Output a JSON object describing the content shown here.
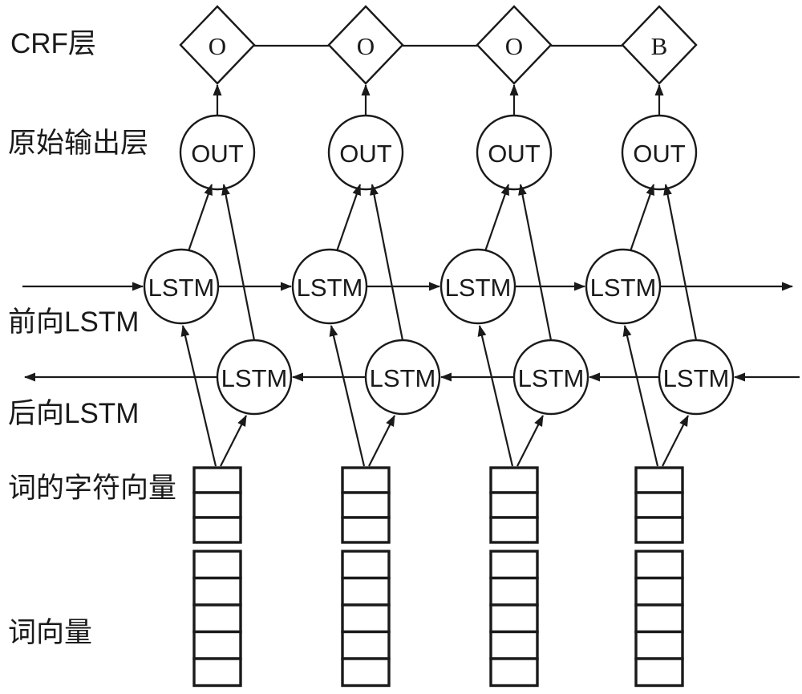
{
  "diagram": {
    "title_implicit": "BiLSTM-CRF",
    "colors": {
      "background": "#ffffff",
      "line": "#1a1a1a",
      "node_fill": "#ffffff",
      "text": "#1a1a1a"
    },
    "layers": [
      {
        "id": "crf",
        "label": "CRF层"
      },
      {
        "id": "out",
        "label": "原始输出层"
      },
      {
        "id": "forward",
        "label": "前向LSTM"
      },
      {
        "id": "backward",
        "label": "后向LSTM"
      },
      {
        "id": "charvec",
        "label": "词的字符向量"
      },
      {
        "id": "wordvec",
        "label": "词向量"
      }
    ],
    "crf_tags": [
      "O",
      "O",
      "O",
      "B"
    ],
    "out_node_label": "OUT",
    "lstm_node_label": "LSTM",
    "char_vector_cells": 3,
    "word_vector_cells": 5,
    "columns": 4
  }
}
